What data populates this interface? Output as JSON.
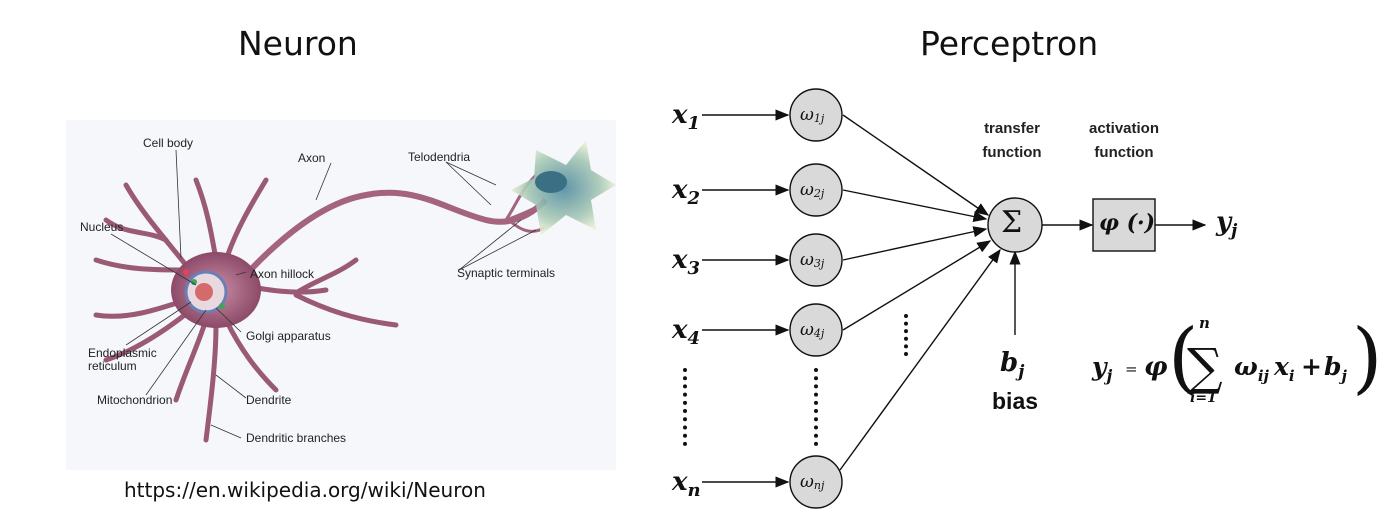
{
  "titles": {
    "neuron": "Neuron",
    "perceptron": "Perceptron"
  },
  "neuron": {
    "labels": {
      "cell_body": "Cell body",
      "axon": "Axon",
      "telodendria": "Telodendria",
      "nucleus": "Nucleus",
      "axon_hillock": "Axon hillock",
      "synaptic_terminals": "Synaptic terminals",
      "golgi": "Golgi apparatus",
      "er_line1": "Endoplasmic",
      "er_line2": "reticulum",
      "mitochondrion": "Mitochondrion",
      "dendrite": "Dendrite",
      "dendritic_branches": "Dendritic branches"
    },
    "source_url": "https://en.wikipedia.org/wiki/Neuron"
  },
  "perceptron": {
    "inputs": [
      {
        "var": "x",
        "sub": "1",
        "weight": "ω",
        "wsub": "1j"
      },
      {
        "var": "x",
        "sub": "2",
        "weight": "ω",
        "wsub": "2j"
      },
      {
        "var": "x",
        "sub": "3",
        "weight": "ω",
        "wsub": "3j"
      },
      {
        "var": "x",
        "sub": "4",
        "weight": "ω",
        "wsub": "4j"
      },
      {
        "var": "x",
        "sub": "n",
        "weight": "ω",
        "wsub": "nj"
      }
    ],
    "transfer_label_1": "transfer",
    "transfer_label_2": "function",
    "activation_label_1": "activation",
    "activation_label_2": "function",
    "sum_symbol": "Σ",
    "activation_symbol": "φ (·)",
    "output_var": "y",
    "output_sub": "j",
    "bias_var": "b",
    "bias_sub": "j",
    "bias_label": "bias",
    "formula": {
      "lhs": "y",
      "lhs_sub": "j",
      "eq": "=",
      "phi": "φ",
      "sum_upper": "n",
      "sum_lower": "i=1",
      "term_w": "ω",
      "term_w_sub": "ij",
      "term_x": "x",
      "term_x_sub": "i",
      "plus": "+",
      "term_b": "b",
      "term_b_sub": "j"
    }
  }
}
